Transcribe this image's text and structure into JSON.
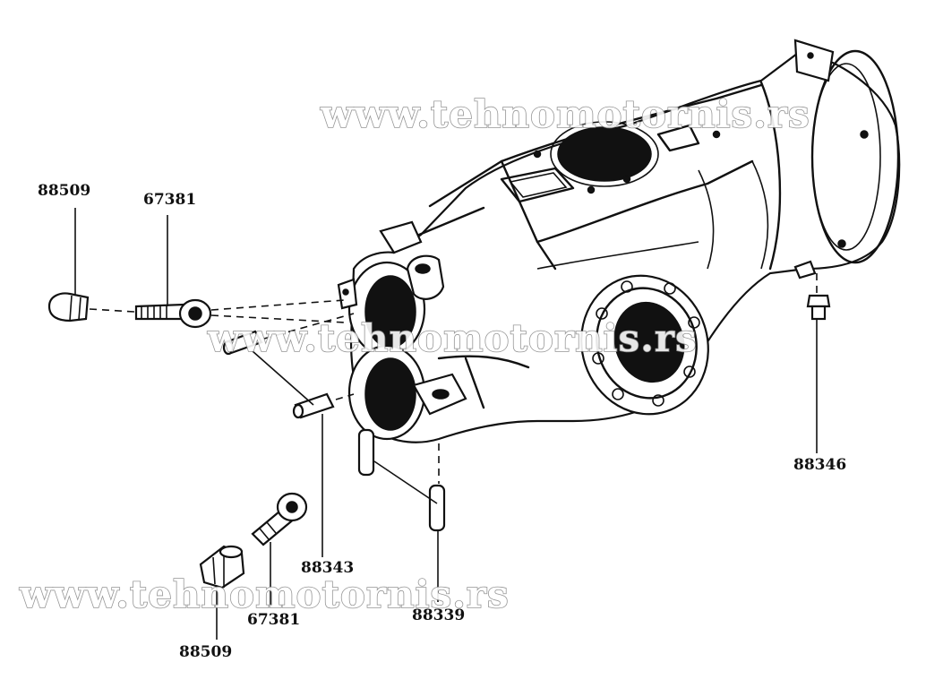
{
  "watermarks": [
    {
      "text": "www.tehnomotornis.rs"
    },
    {
      "text": "www.tehnomotornis.rs"
    },
    {
      "text": "www.tehnomotornis.rs"
    }
  ],
  "part_labels": {
    "cap_nut_upper": "88509",
    "banjo_bolt_upper": "67381",
    "dowel_pin_left": "88343",
    "dowel_pin_bottom": "88339",
    "drain_plug": "88346",
    "banjo_bolt_lower": "67381",
    "cap_nut_lower": "88509"
  }
}
